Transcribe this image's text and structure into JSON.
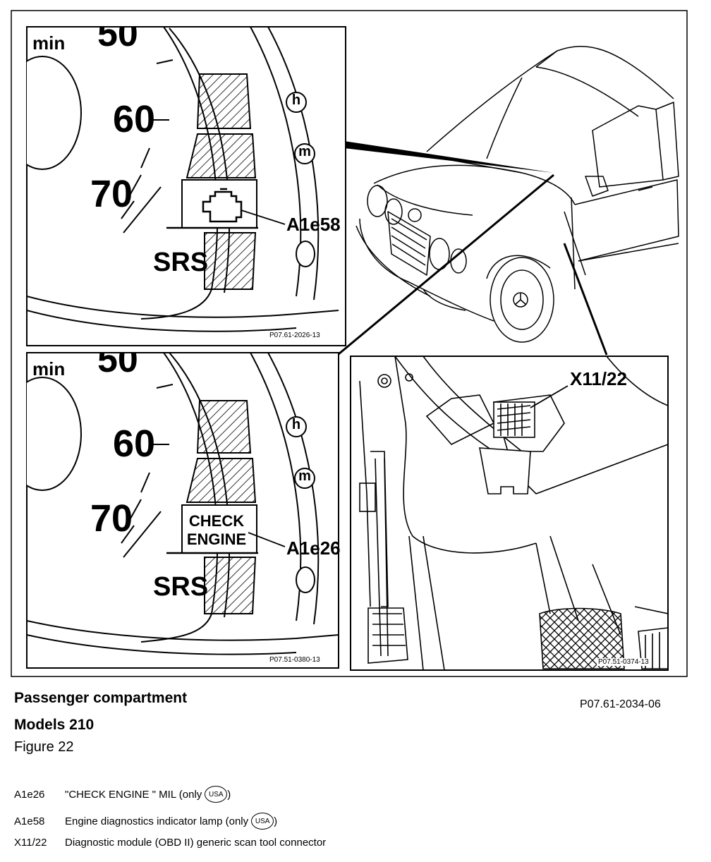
{
  "panels": {
    "top_cluster": {
      "unit": "min",
      "ticks": [
        "50",
        "60",
        "70"
      ],
      "button_h": "h",
      "button_m": "m",
      "srs": "SRS",
      "callout": "A1e58",
      "code": "P07.61-2026-13"
    },
    "bottom_cluster": {
      "unit": "min",
      "ticks": [
        "50",
        "60",
        "70"
      ],
      "button_h": "h",
      "button_m": "m",
      "srs": "SRS",
      "lamp_line1": "CHECK",
      "lamp_line2": "ENGINE",
      "callout": "A1e26",
      "code": "P07.51-0380-13"
    },
    "footwell": {
      "callout": "X11/22",
      "code": "P07.51-0374-13"
    }
  },
  "caption": {
    "title": "Passenger compartment",
    "models": "Models 210",
    "figure": "Figure 22",
    "code": "P07.61-2034-06"
  },
  "legend": [
    {
      "code": "A1e26",
      "text": "\"CHECK ENGINE \" MIL (only",
      "badge": "USA",
      "suffix": ")"
    },
    {
      "code": "A1e58",
      "text": "Engine diagnostics indicator lamp (only",
      "badge": "USA",
      "suffix": ")"
    },
    {
      "code": "X11/22",
      "text": "Diagnostic module (OBD II) generic scan tool connector",
      "badge": "",
      "suffix": ""
    }
  ]
}
